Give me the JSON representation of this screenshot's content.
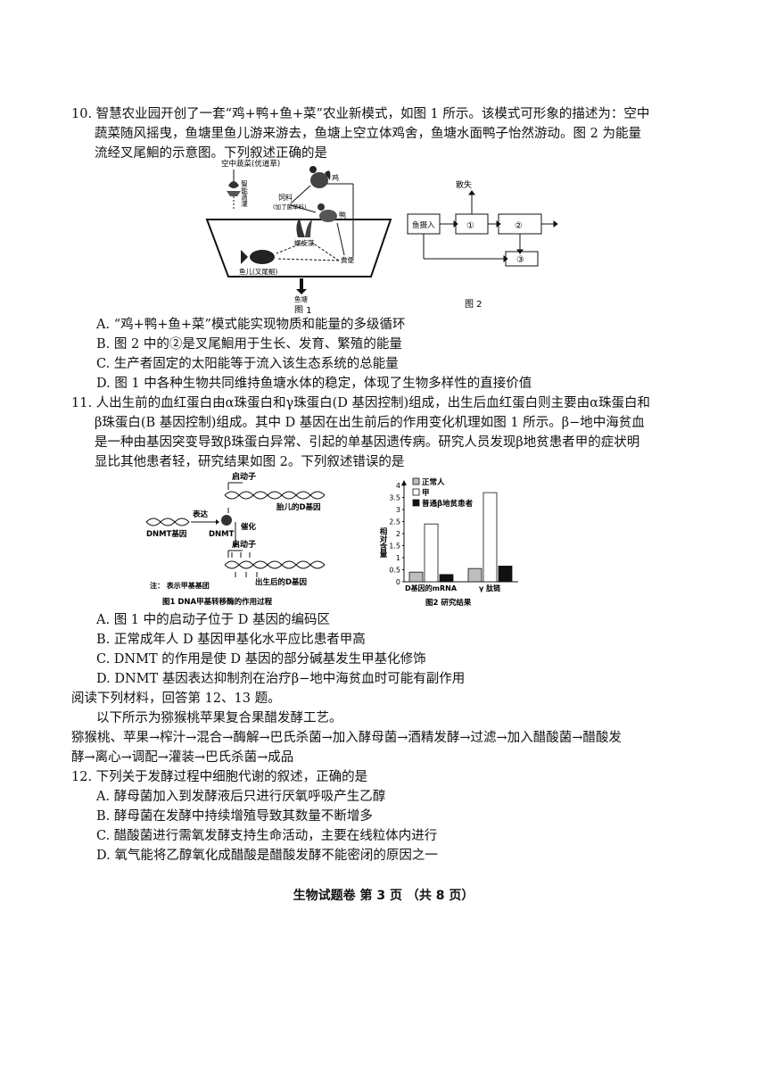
{
  "q10": {
    "line1": "10. 智慧农业园开创了一套“鸡+鸭+鱼+菜”农业新模式，如图 1 所示。该模式可形象的描述为：空中",
    "line2": "蔬菜随风摇曳，鱼塘里鱼儿游来游去，鱼塘上空立体鸡舍，鱼塘水面鸭子怡然游动。图 2 为能量",
    "line3": "流经叉尾鮰的示意图。下列叙述正确的是",
    "fig1": {
      "label_vegetable": "空中蔬菜(优道草)",
      "label_irrigation": "智能滴灌",
      "label_feed": "饲料",
      "label_feed_sub": "(加了菌草料)",
      "label_chicken": "鸡",
      "label_duck": "鸭",
      "label_algae": "螺旋藻",
      "label_feces": "粪便",
      "label_fish": "鱼儿(叉尾鮰)",
      "label_pond": "鱼塘",
      "caption": "图 1"
    },
    "fig2": {
      "label_intake": "鱼摄入",
      "label_loss": "散失",
      "box1": "①",
      "box2": "②",
      "box3": "③",
      "caption": "图 2"
    },
    "options": {
      "A": "A. “鸡+鸭+鱼+菜”模式能实现物质和能量的多级循环",
      "B": "B. 图 2 中的②是叉尾鮰用于生长、发育、繁殖的能量",
      "C": "C. 生产者固定的太阳能等于流入该生态系统的总能量",
      "D": "D. 图 1 中各种生物共同维持鱼塘水体的稳定，体现了生物多样性的直接价值"
    }
  },
  "q11": {
    "line1": "11. 人出生前的血红蛋白由α珠蛋白和γ珠蛋白(D 基因控制)组成，出生后血红蛋白则主要由α珠蛋白和",
    "line2": "β珠蛋白(B 基因控制)组成。其中 D  基因在出生前后的作用变化机理如图 1 所示。β−地中海贫血",
    "line3": "是一种由基因突变导致β珠蛋白异常、引起的单基因遗传病。研究人员发现β地贫患者甲的症状明",
    "line4": "显比其他患者轻，研究结果如图 2。下列叙述错误的是",
    "fig1": {
      "promoter_top": "启动子",
      "fetal_gene": "胎儿的D基因",
      "express": "表达",
      "catalyze": "催化",
      "dnmt": "DNMT",
      "dnmt_gene": "DNMT基因",
      "promoter_bottom": "启动子",
      "postnatal_gene": "出生后的D基因",
      "note": "注：  表示甲基基团",
      "caption": "图1 DNA甲基转移酶的作用过程"
    },
    "fig2_caption": "图2  研究结果",
    "options": {
      "A": "A. 图 1 中的启动子位于  D 基因的编码区",
      "B": "B. 正常成年人 D 基因甲基化水平应比患者甲高",
      "C": "C.   DNMT 的作用是使 D 基因的部分碱基发生甲基化修饰",
      "D": "D.   DNMT  基因表达抑制剂在治疗β−地中海贫血时可能有副作用"
    }
  },
  "chart_data": {
    "type": "bar",
    "categories": [
      "D基因的mRNA",
      "γ 肽链"
    ],
    "series": [
      {
        "name": "正常人",
        "values": [
          0.4,
          0.55
        ],
        "color": "#bdbdbd"
      },
      {
        "name": "甲",
        "values": [
          2.4,
          3.7
        ],
        "color": "#ffffff"
      },
      {
        "name": "普通β地贫患者",
        "values": [
          0.3,
          0.65
        ],
        "color": "#111111"
      }
    ],
    "ylabel": "相对含量",
    "ylim": [
      0,
      4
    ],
    "yticks": [
      "0",
      "0.5",
      "1",
      "1.5",
      "2",
      "2.5",
      "3",
      "3.5",
      "4"
    ],
    "legend": "top-right"
  },
  "reading": {
    "intro": "阅读下列材料，回答第  12、13 题。",
    "line1": "以下所示为猕猴桃苹果复合果醋发酵工艺。",
    "line2": "猕猴桃、苹果→榨汁→混合→酶解→巴氏杀菌→加入酵母菌→酒精发酵→过滤→加入醋酸菌→醋酸发",
    "line3": "酵→离心→调配→灌装→巴氏杀菌→成品"
  },
  "q12": {
    "stem": "12. 下列关于发酵过程中细胞代谢的叙述，正确的是",
    "options": {
      "A": "A. 酵母菌加入到发酵液后只进行厌氧呼吸产生乙醇",
      "B": "B. 酵母菌在发酵中持续增殖导致其数量不断增多",
      "C": "C. 醋酸菌进行需氧发酵支持生命活动，主要在线粒体内进行",
      "D": "D. 氧气能将乙醇氧化成醋酸是醋酸发酵不能密闭的原因之一"
    }
  },
  "footer": "生物试题卷  第 3 页  （共 8 页）"
}
